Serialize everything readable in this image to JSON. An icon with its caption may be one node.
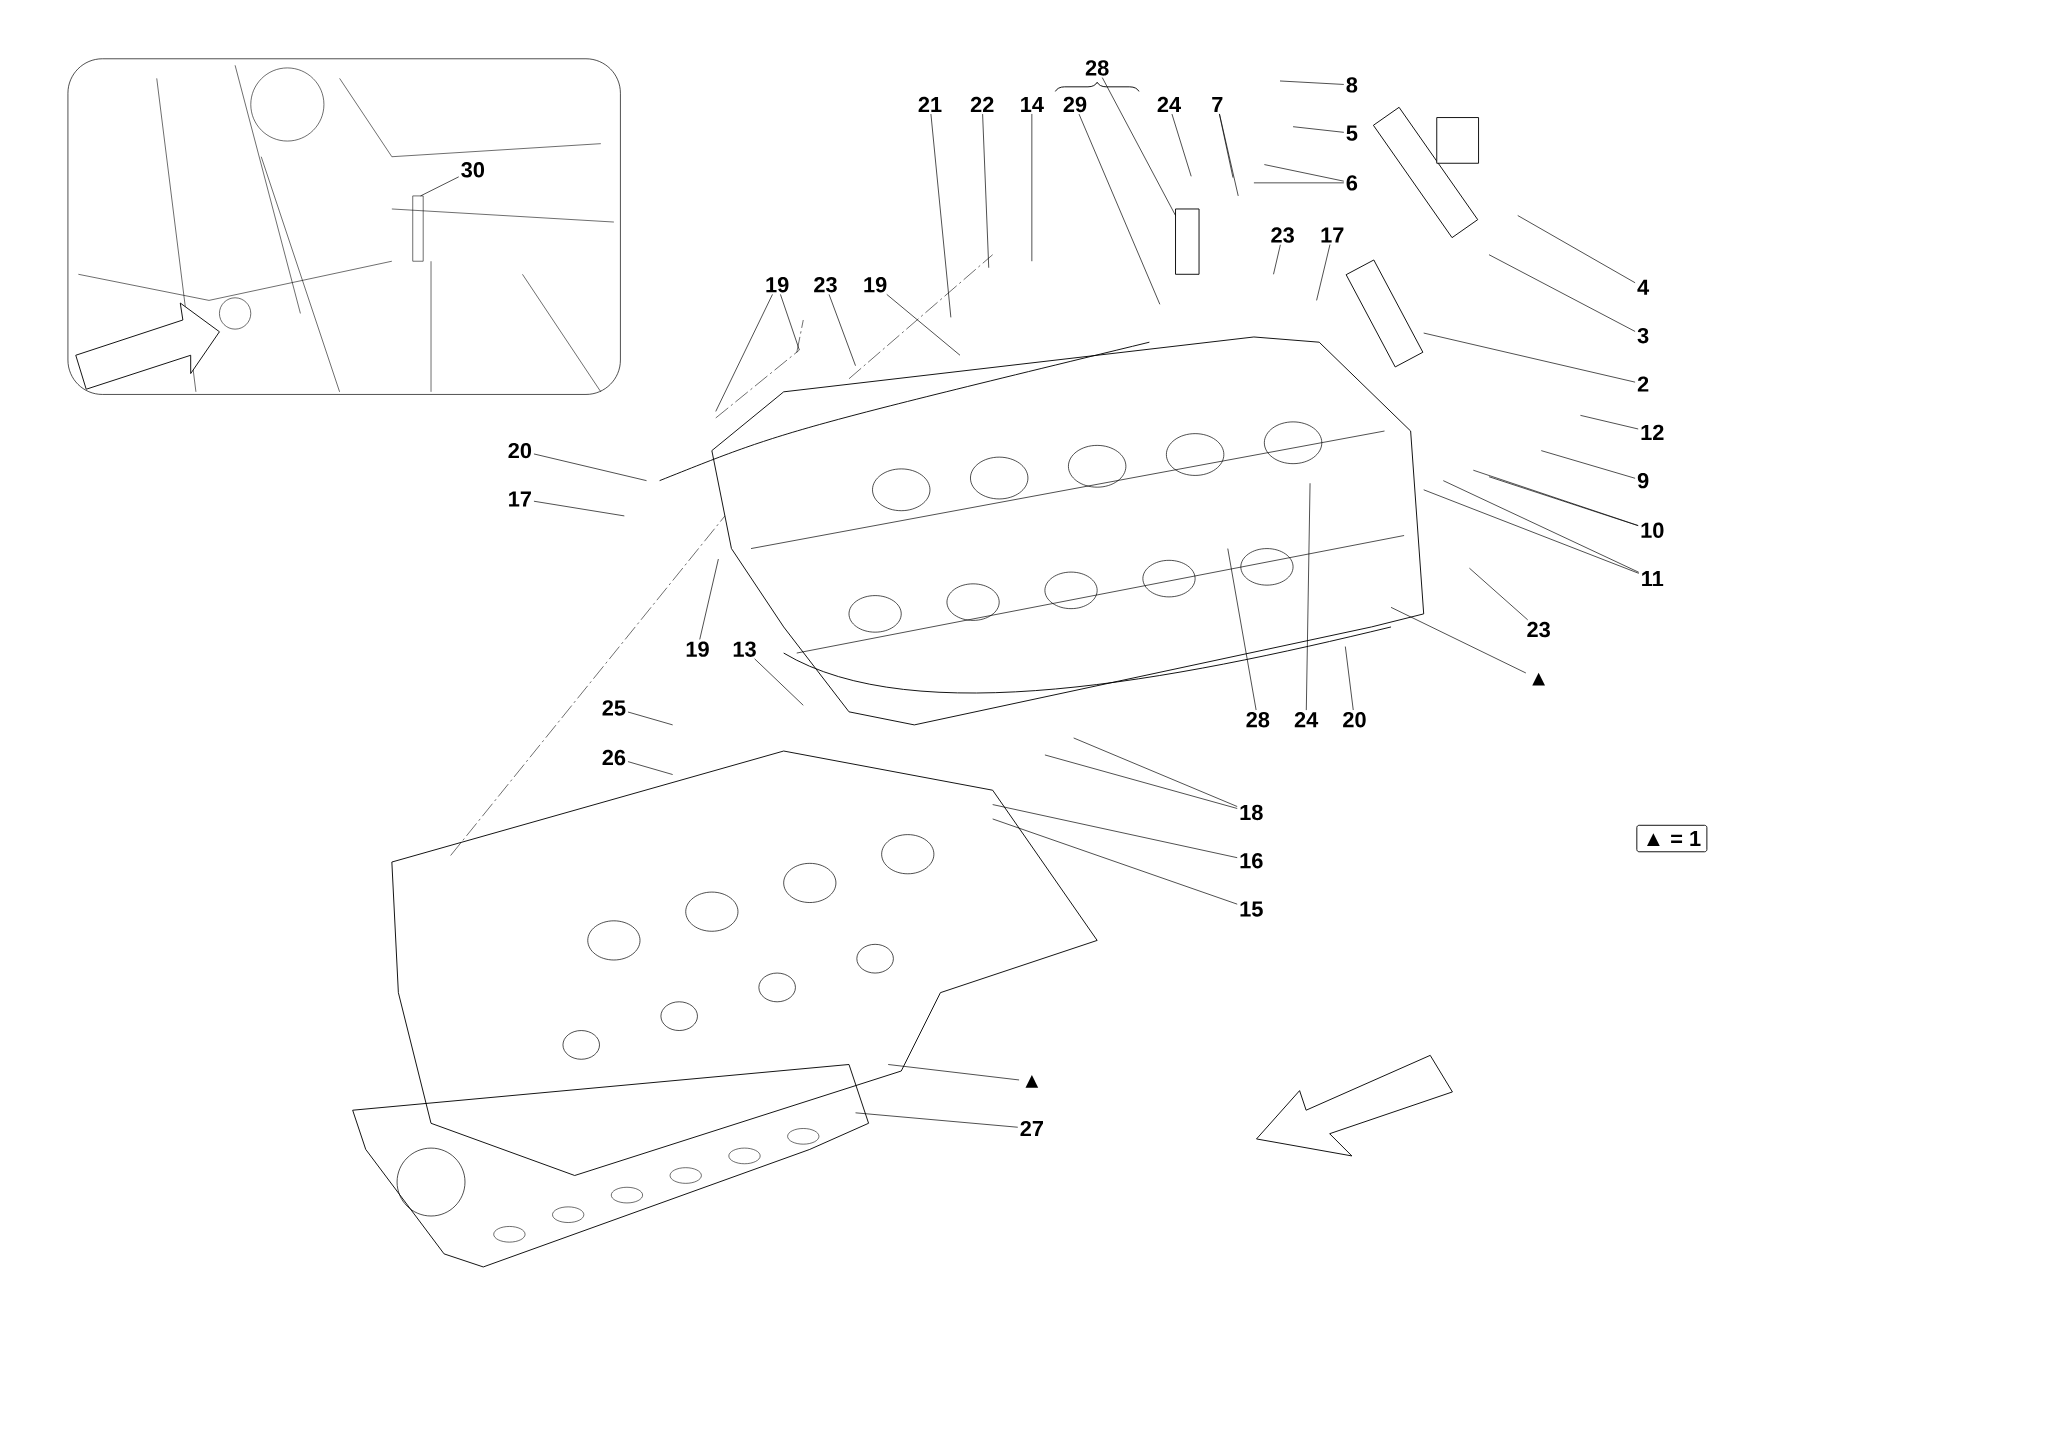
{
  "diagram": {
    "nodes": [
      {
        "text": [
          "28"
        ]
      },
      {
        "text": [
          "8"
        ]
      },
      {
        "text": [
          "21"
        ]
      },
      {
        "text": [
          "22"
        ]
      },
      {
        "text": [
          "14"
        ]
      },
      {
        "text": [
          "29"
        ]
      },
      {
        "text": [
          "24"
        ]
      },
      {
        "text": [
          "7"
        ]
      },
      {
        "text": [
          "5"
        ]
      },
      {
        "text": [
          "30"
        ]
      },
      {
        "text": [
          "6"
        ]
      },
      {
        "text": [
          "23"
        ]
      },
      {
        "text": [
          "17"
        ]
      },
      {
        "text": [
          "19"
        ]
      },
      {
        "text": [
          "23"
        ]
      },
      {
        "text": [
          "19"
        ]
      },
      {
        "text": [
          "4"
        ]
      },
      {
        "text": [
          "3"
        ]
      },
      {
        "text": [
          "2"
        ]
      },
      {
        "text": [
          "12"
        ]
      },
      {
        "text": [
          "20"
        ]
      },
      {
        "text": [
          "9"
        ]
      },
      {
        "text": [
          "17"
        ]
      },
      {
        "text": [
          "10"
        ]
      },
      {
        "text": [
          "11"
        ]
      },
      {
        "text": [
          "23"
        ]
      },
      {
        "text": [
          "19"
        ]
      },
      {
        "text": [
          "13"
        ]
      },
      {
        "text": [
          "▲"
        ]
      },
      {
        "text": [
          "25"
        ]
      },
      {
        "text": [
          "28"
        ]
      },
      {
        "text": [
          "24"
        ]
      },
      {
        "text": [
          "20"
        ]
      },
      {
        "text": [
          "26"
        ]
      },
      {
        "text": [
          "18"
        ]
      },
      {
        "text": [
          "▲ = 1"
        ]
      },
      {
        "text": [
          "16"
        ]
      },
      {
        "text": [
          "15"
        ]
      },
      {
        "text": [
          "▲"
        ]
      },
      {
        "text": [
          "27"
        ]
      }
    ],
    "edges": [
      {
        "from": 0,
        "to": null,
        "arrow": "none"
      },
      {
        "from": 1,
        "to": null,
        "arrow": "none"
      },
      {
        "from": 2,
        "to": null,
        "arrow": "none"
      },
      {
        "from": 3,
        "to": null,
        "arrow": "none"
      },
      {
        "from": 4,
        "to": null,
        "arrow": "none"
      },
      {
        "from": 5,
        "to": null,
        "arrow": "none"
      },
      {
        "from": 6,
        "to": null,
        "arrow": "none"
      },
      {
        "from": 7,
        "to": null,
        "arrow": "none"
      },
      {
        "from": 7,
        "to": null,
        "arrow": "none"
      },
      {
        "from": 8,
        "to": null,
        "arrow": "none"
      },
      {
        "from": 9,
        "to": null,
        "arrow": "none"
      },
      {
        "from": 10,
        "to": null,
        "arrow": "none"
      },
      {
        "from": 10,
        "to": null,
        "arrow": "none"
      },
      {
        "from": 11,
        "to": null,
        "arrow": "none"
      },
      {
        "from": 12,
        "to": null,
        "arrow": "none"
      },
      {
        "from": 13,
        "to": null,
        "arrow": "none"
      },
      {
        "from": 13,
        "to": null,
        "arrow": "none"
      },
      {
        "from": 14,
        "to": null,
        "arrow": "none"
      },
      {
        "from": 15,
        "to": null,
        "arrow": "none"
      },
      {
        "from": 16,
        "to": null,
        "arrow": "none"
      },
      {
        "from": 17,
        "to": null,
        "arrow": "none"
      },
      {
        "from": 18,
        "to": null,
        "arrow": "none"
      },
      {
        "from": 19,
        "to": null,
        "arrow": "none"
      },
      {
        "from": 20,
        "to": null,
        "arrow": "none"
      },
      {
        "from": 21,
        "to": null,
        "arrow": "none"
      },
      {
        "from": 22,
        "to": null,
        "arrow": "none"
      },
      {
        "from": 23,
        "to": null,
        "arrow": "none"
      },
      {
        "from": 23,
        "to": null,
        "arrow": "none"
      },
      {
        "from": 24,
        "to": null,
        "arrow": "none"
      },
      {
        "from": 24,
        "to": null,
        "arrow": "none"
      },
      {
        "from": 25,
        "to": null,
        "arrow": "none"
      },
      {
        "from": 26,
        "to": null,
        "arrow": "none"
      },
      {
        "from": 27,
        "to": null,
        "arrow": "none"
      },
      {
        "from": 28,
        "to": null,
        "arrow": "none"
      },
      {
        "from": 29,
        "to": null,
        "arrow": "none"
      },
      {
        "from": 30,
        "to": null,
        "arrow": "none"
      },
      {
        "from": 31,
        "to": null,
        "arrow": "none"
      },
      {
        "from": 32,
        "to": null,
        "arrow": "none"
      },
      {
        "from": 33,
        "to": null,
        "arrow": "none"
      },
      {
        "from": 34,
        "to": null,
        "arrow": "none"
      },
      {
        "from": 34,
        "to": null,
        "arrow": "none"
      },
      {
        "from": 36,
        "to": null,
        "arrow": "none"
      },
      {
        "from": 37,
        "to": null,
        "arrow": "none"
      },
      {
        "from": 38,
        "to": null,
        "arrow": "none"
      },
      {
        "from": 39,
        "to": null,
        "arrow": "none"
      }
    ]
  }
}
